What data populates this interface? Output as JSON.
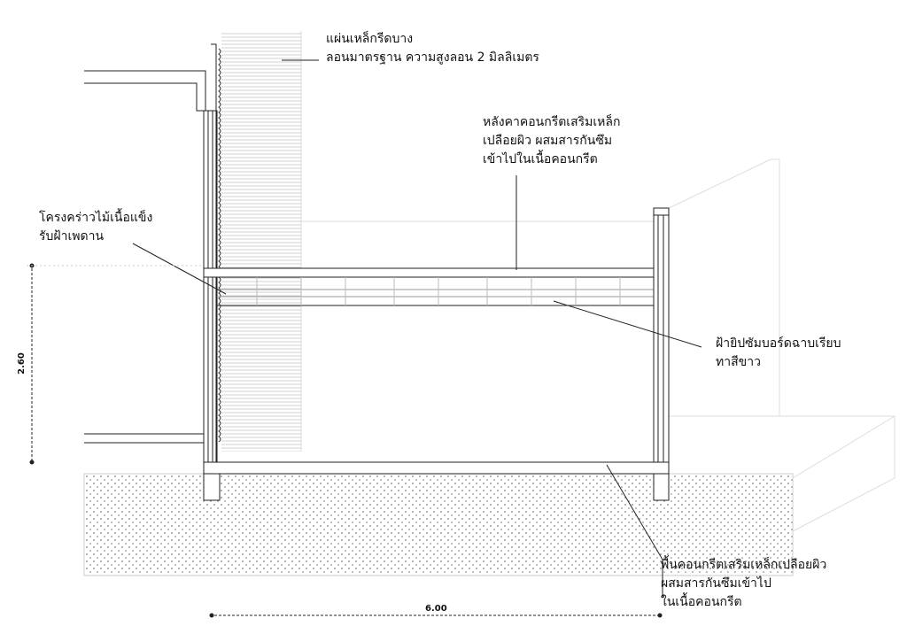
{
  "labels": {
    "metal_sheet": [
      "แผ่นเหล็กรีดบาง",
      "ลอนมาตรฐาน ความสูงลอน 2 มิลลิเมตร"
    ],
    "roof_slab": [
      "หลังคาคอนกรีตเสริมเหล็ก",
      "เปลือยผิว ผสมสารกันซึม",
      "เข้าไปในเนื้อคอนกรีต"
    ],
    "ceiling_frame": [
      "โครงคร่าวไม้เนื้อแข็ง",
      "รับฝ้าเพดาน"
    ],
    "gypsum_ceiling": [
      "ฝ้ายิปซัมบอร์ดฉาบเรียบ",
      "ทาสีขาว"
    ],
    "floor_slab": [
      "พื้นคอนกรีตเสริมเหล็กเปลือยผิว",
      "ผสมสารกันซึมเข้าไป",
      "ในเนื้อคอนกรีต"
    ]
  },
  "dimensions": {
    "height": "2.60",
    "width": "6.00"
  }
}
